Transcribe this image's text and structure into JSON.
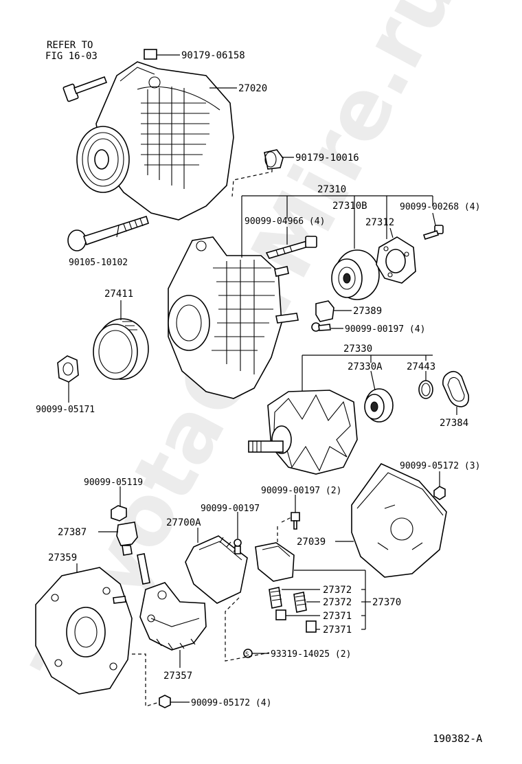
{
  "watermark": "ToyotaCarMire.ru",
  "refer_note": {
    "line1": "REFER TO",
    "line2": "FIG 16-03"
  },
  "figure_id": "190382-A",
  "labels": {
    "p90179_06158": "90179-06158",
    "p27020": "27020",
    "p90179_10016": "90179-10016",
    "p27310": "27310",
    "p27310B": "27310B",
    "p90099_00268": "90099-00268 (4)",
    "p90099_04966": "90099-04966 (4)",
    "p27312": "27312",
    "p90105_10102": "90105-10102",
    "p27411": "27411",
    "p27389": "27389",
    "p90099_00197_4": "90099-00197 (4)",
    "p27330": "27330",
    "p27330A": "27330A",
    "p27443": "27443",
    "p90099_05171": "90099-05171",
    "p27384": "27384",
    "p90099_05172_3": "90099-05172 (3)",
    "p90099_05119": "90099-05119",
    "p90099_00197_2": "90099-00197 (2)",
    "p90099_00197": "90099-00197",
    "p27700A": "27700A",
    "p27387": "27387",
    "p27039": "27039",
    "p27359": "27359",
    "p27372a": "27372",
    "p27372b": "27372",
    "p27370": "27370",
    "p27371a": "27371",
    "p27371b": "27371",
    "p93319_14025": "93319-14025 (2)",
    "p27357": "27357",
    "p90099_05172_4": "90099-05172 (4)"
  }
}
